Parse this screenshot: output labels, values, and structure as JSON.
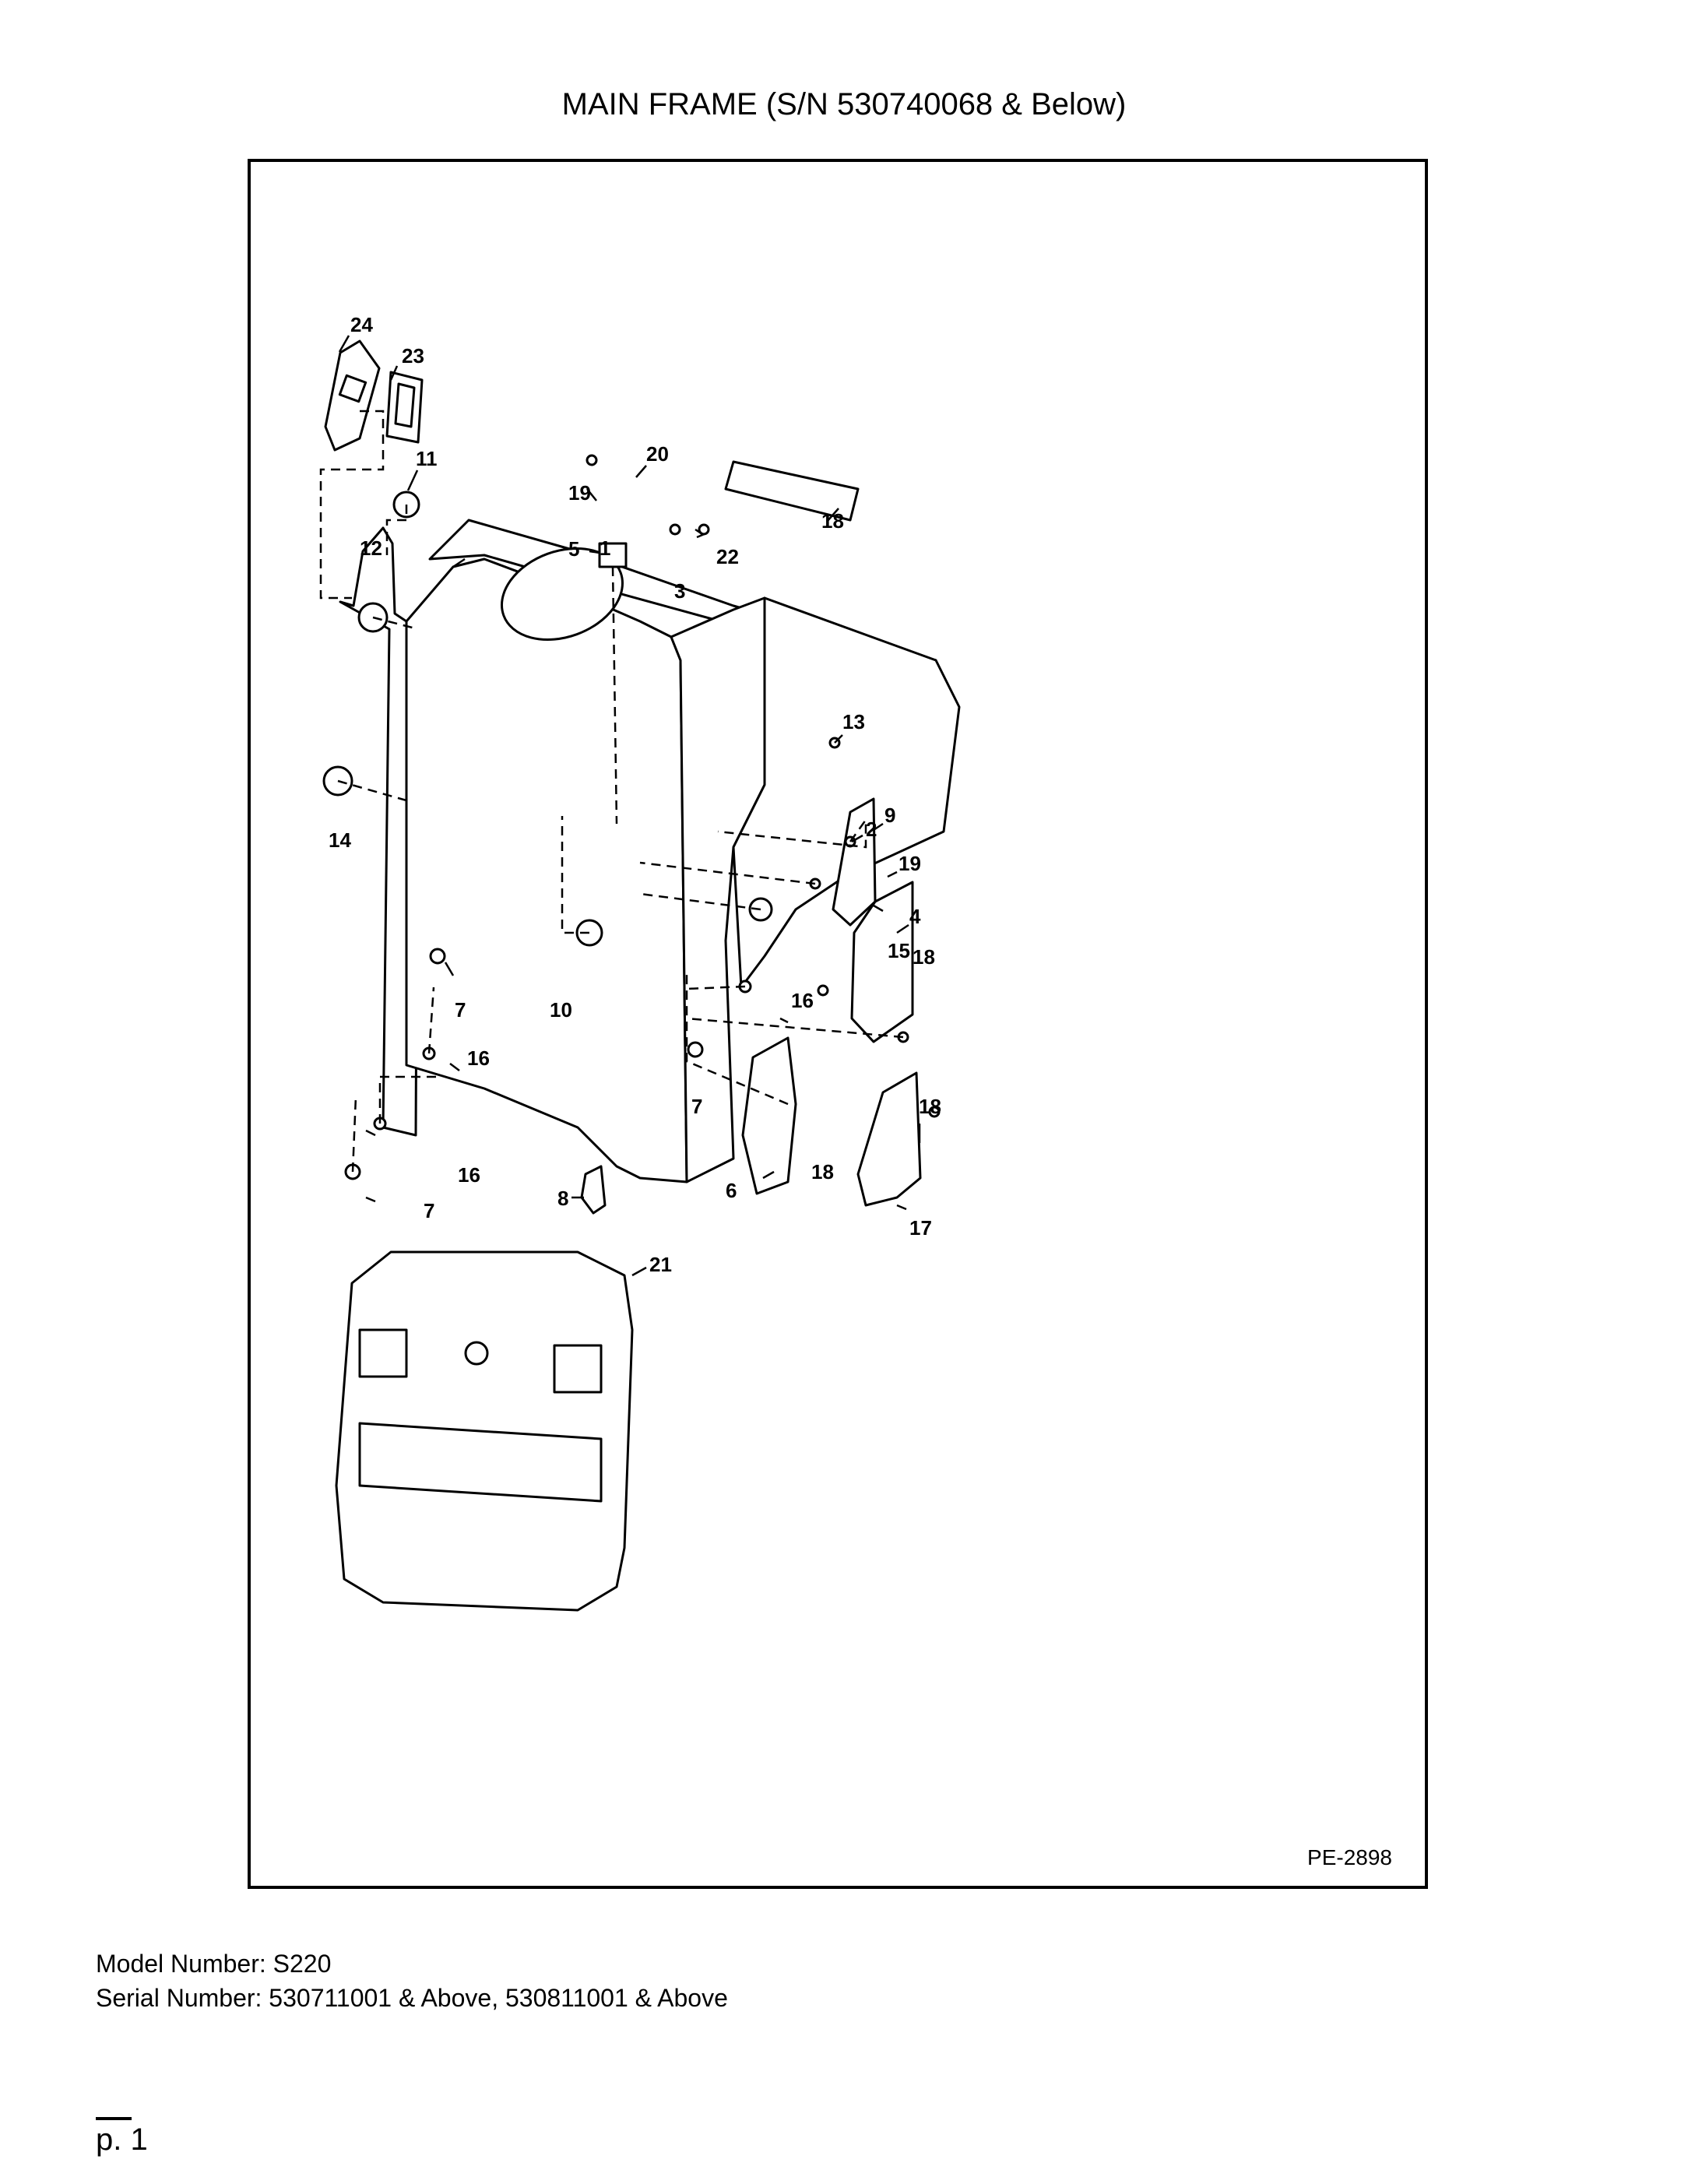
{
  "page": {
    "title": "MAIN FRAME (S/N 530740068 & Below)",
    "drawing_code": "PE-2898",
    "model_line": "Model Number: S220",
    "serial_line": "Serial Number: 530711001 & Above, 530811001 & Above",
    "page_number": "p. 1"
  },
  "callouts": [
    "24",
    "23",
    "11",
    "12",
    "1",
    "19",
    "5",
    "20",
    "18",
    "22",
    "3",
    "13",
    "2",
    "9",
    "19",
    "4",
    "15",
    "18",
    "16",
    "14",
    "7",
    "10",
    "16",
    "7",
    "18",
    "18",
    "6",
    "8",
    "16",
    "7",
    "17",
    "21"
  ]
}
